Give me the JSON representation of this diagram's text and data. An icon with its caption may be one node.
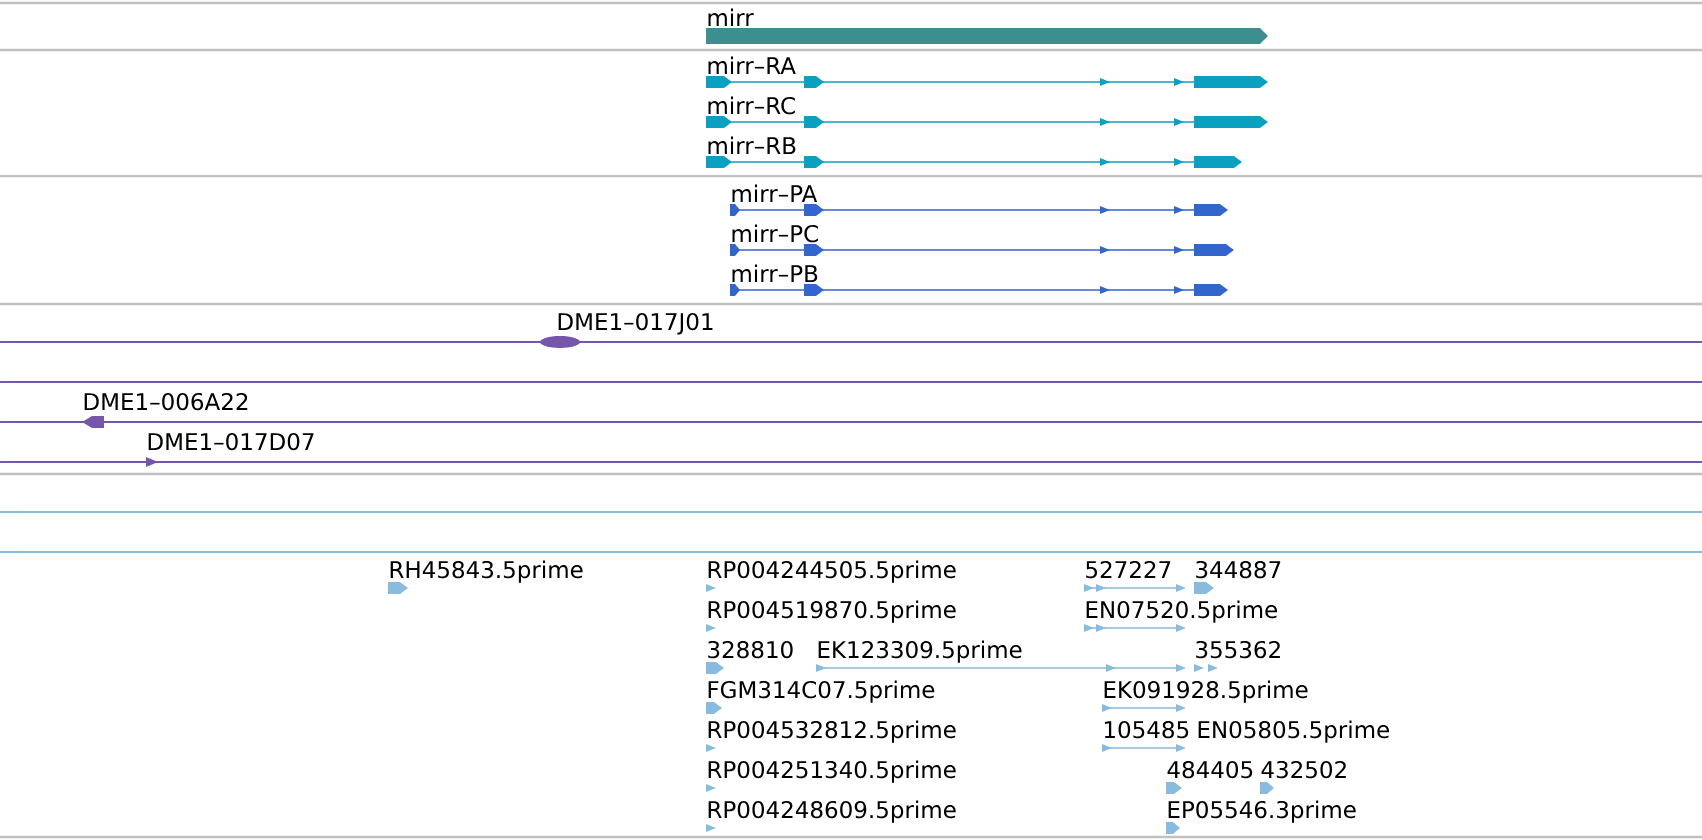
{
  "diagram": {
    "labels": [
      "mirr",
      "mirr–RA",
      "mirr–RC",
      "mirr–RB",
      "mirr–PA",
      "mirr–PC",
      "mirr–PB",
      "DME1–017J01",
      "DME1–006A22",
      "DME1–017D07",
      "RH45843.5prime",
      "RP004244505.5prime",
      "527227",
      "344887",
      "RP004519870.5prime",
      "EN07520.5prime",
      "328810",
      "EK123309.5prime",
      "355362",
      "FGM314C07.5prime",
      "EK091928.5prime",
      "RP004532812.5prime",
      "105485",
      "EN05805.5prime",
      "RP004251340.5prime",
      "484405",
      "432502",
      "RP004248609.5prime",
      "EP05546.3prime"
    ]
  }
}
